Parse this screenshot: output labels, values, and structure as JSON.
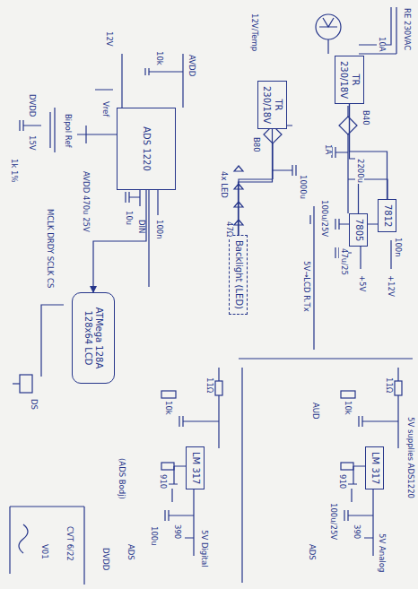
{
  "diagram": {
    "nodes": [
      {
        "text": [
          "TR",
          "230/18V"
        ]
      },
      {
        "text": [
          "TR",
          "230/18V"
        ]
      },
      {
        "text": [
          "7812"
        ]
      },
      {
        "text": [
          "7805"
        ]
      },
      {
        "text": [
          "ADS 1220"
        ]
      },
      {
        "text": [
          "ATMega 128A",
          "128x64 LCD"
        ]
      },
      {
        "text": [
          "LM 317"
        ]
      },
      {
        "text": [
          "LM 317"
        ]
      },
      {
        "text": [
          "Backlight (LED)"
        ]
      }
    ],
    "edges": [
      {
        "from": 0,
        "to": 2,
        "arrow": "none"
      },
      {
        "from": 0,
        "to": 3,
        "arrow": "none"
      },
      {
        "from": 1,
        "to": 8,
        "arrow": "none"
      },
      {
        "from": 4,
        "to": 5,
        "arrow": "to"
      }
    ],
    "labels": [
      "RE 230VAC",
      "10A",
      "B40",
      "1A",
      "B80",
      "2200u",
      "1000u",
      "100n",
      "47u/25",
      "100u/25V",
      "+12V",
      "+5V",
      "5V→LCD R.Tx",
      "12V/Temp",
      "4x LED",
      "47Ω",
      "AVDD",
      "10k",
      "100n",
      "10u",
      "Vref",
      "Bipol Ref",
      "AVDD 470u 25V",
      "DVDD",
      "15V",
      "1k 1%",
      "12V",
      "MCLK DRDY SCLK CS",
      "DIN",
      "DS",
      "5V supplies ADS1220",
      "11Ω",
      "10k",
      "910",
      "390",
      "100u/25V",
      "5V Analog",
      "ADS",
      "AUD",
      "11Ω",
      "10k",
      "910",
      "390",
      "100u",
      "5V Digital",
      "ADS",
      "(ADS Bodj)",
      "DVDD",
      "CVT 6/22",
      "V01"
    ]
  }
}
